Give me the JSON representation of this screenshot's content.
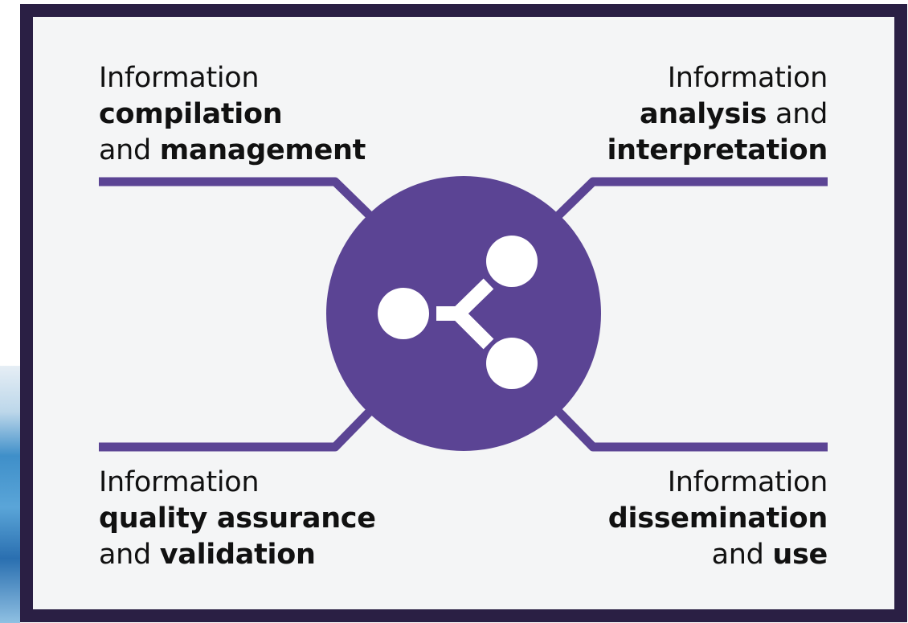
{
  "colors": {
    "frame_border": "#2a1f44",
    "panel_background": "#f4f5f6",
    "accent_purple": "#5b4494",
    "text": "#111111",
    "icon": "#ffffff"
  },
  "center": {
    "icon": "share-icon"
  },
  "quadrants": {
    "top_left": {
      "line1": "Information",
      "line2_bold": "compilation",
      "line3_prefix": "and ",
      "line3_bold": "management"
    },
    "top_right": {
      "line1": "Information",
      "line2_bold": "analysis",
      "line2_suffix": " and",
      "line3_bold": "interpretation"
    },
    "bottom_left": {
      "line1": "Information",
      "line2_bold": "quality assurance",
      "line3_prefix": "and ",
      "line3_bold": "validation"
    },
    "bottom_right": {
      "line1": "Information",
      "line2_bold": "dissemination",
      "line3_prefix": "and ",
      "line3_bold": "use"
    }
  }
}
